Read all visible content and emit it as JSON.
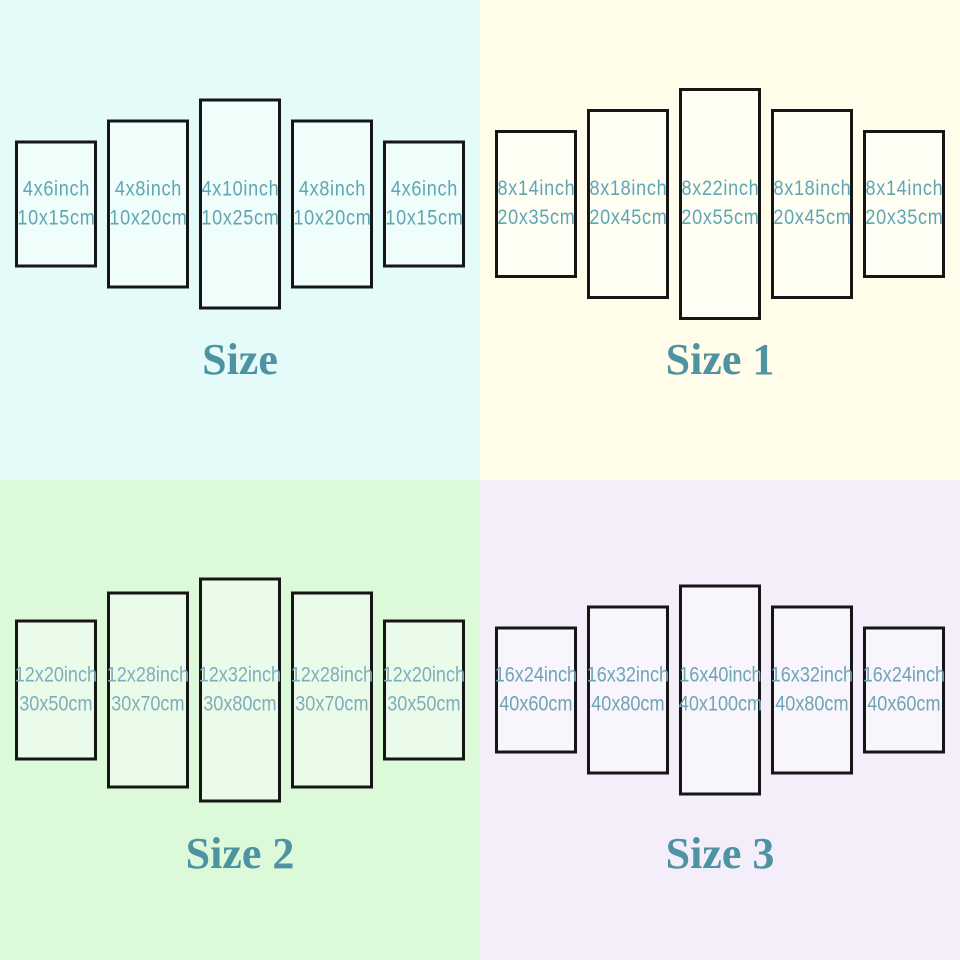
{
  "style": {
    "border_color": "#161616",
    "title_color": "#4e93a1",
    "panel_fill": "rgba(255,255,255,0.42)"
  },
  "quadrants": [
    {
      "title": "Size",
      "bg": "#e4fbf9",
      "label_color": "#5fa5b5",
      "panels": [
        {
          "inch": "4x6inch",
          "cm": "10x15cm"
        },
        {
          "inch": "4x8inch",
          "cm": "10x20cm"
        },
        {
          "inch": "4x10inch",
          "cm": "10x25cm"
        },
        {
          "inch": "4x8inch",
          "cm": "10x20cm"
        },
        {
          "inch": "4x6inch",
          "cm": "10x15cm"
        }
      ]
    },
    {
      "title": "Size 1",
      "bg": "#fffde9",
      "label_color": "#5fa5b5",
      "panels": [
        {
          "inch": "8x14inch",
          "cm": "20x35cm"
        },
        {
          "inch": "8x18inch",
          "cm": "20x45cm"
        },
        {
          "inch": "8x22inch",
          "cm": "20x55cm"
        },
        {
          "inch": "8x18inch",
          "cm": "20x45cm"
        },
        {
          "inch": "8x14inch",
          "cm": "20x35cm"
        }
      ]
    },
    {
      "title": "Size 2",
      "bg": "#dcf9da",
      "label_color": "#7fadbb",
      "panels": [
        {
          "inch": "12x20inch",
          "cm": "30x50cm"
        },
        {
          "inch": "12x28inch",
          "cm": "30x70cm"
        },
        {
          "inch": "12x32inch",
          "cm": "30x80cm"
        },
        {
          "inch": "12x28inch",
          "cm": "30x70cm"
        },
        {
          "inch": "12x20inch",
          "cm": "30x50cm"
        }
      ]
    },
    {
      "title": "Size 3",
      "bg": "#f3eefa",
      "label_color": "#6fa4b4",
      "panels": [
        {
          "inch": "16x24inch",
          "cm": "40x60cm"
        },
        {
          "inch": "16x32inch",
          "cm": "40x80cm"
        },
        {
          "inch": "16x40inch",
          "cm": "40x100cm"
        },
        {
          "inch": "16x32inch",
          "cm": "40x80cm"
        },
        {
          "inch": "16x24inch",
          "cm": "40x60cm"
        }
      ]
    }
  ]
}
